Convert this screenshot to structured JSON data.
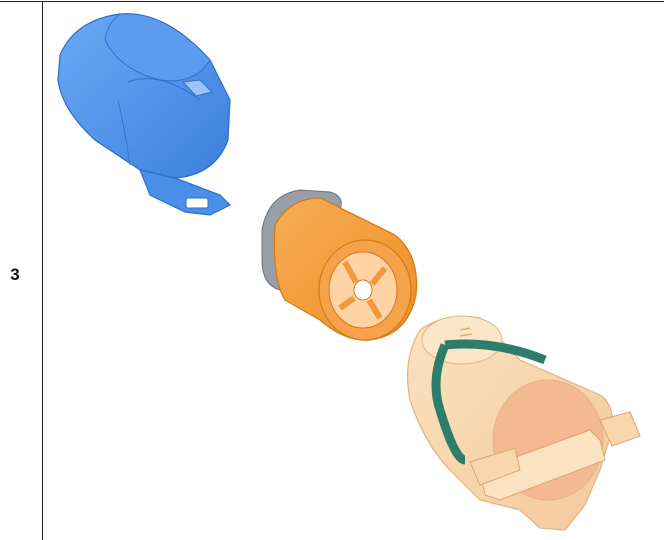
{
  "step": {
    "number": "3"
  },
  "illustration": {
    "parts": [
      {
        "name": "blue-cap",
        "color": "#4a8fe8"
      },
      {
        "name": "orange-filter-cartridge",
        "color": "#f29a3a"
      },
      {
        "name": "valve-body",
        "color": "#f8d7ae"
      },
      {
        "name": "green-o-ring",
        "color": "#2e7d6b"
      }
    ]
  }
}
